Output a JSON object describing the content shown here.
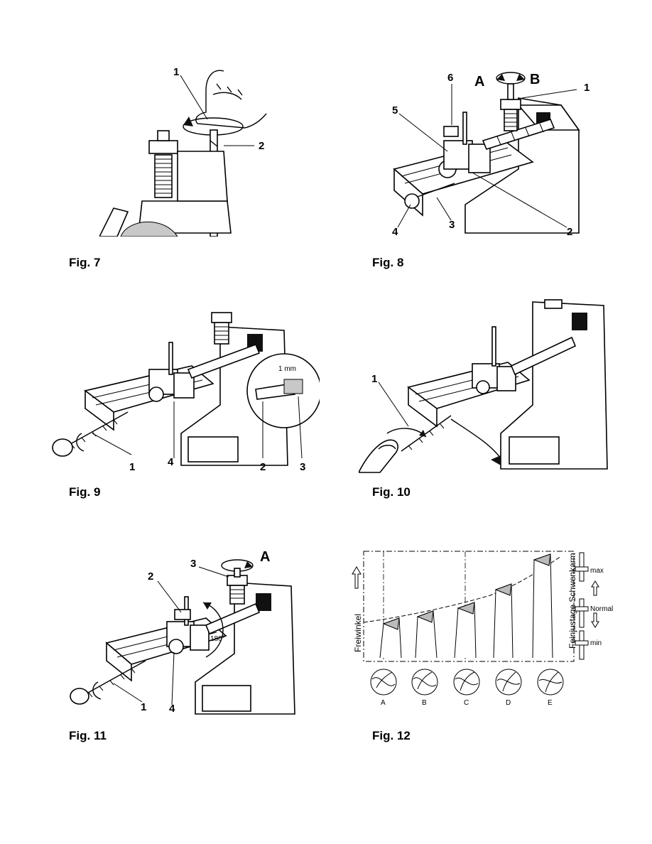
{
  "figures": {
    "fig7": {
      "caption": "Fig. 7",
      "callouts": [
        "1",
        "2"
      ]
    },
    "fig8": {
      "caption": "Fig. 8",
      "callouts": [
        "6",
        "5",
        "1",
        "4",
        "3",
        "2"
      ],
      "arrow_labels": [
        "A",
        "B"
      ]
    },
    "fig9": {
      "caption": "Fig. 9",
      "callouts": [
        "1",
        "4",
        "2",
        "3"
      ],
      "detail_text": "1 mm"
    },
    "fig10": {
      "caption": "Fig. 10",
      "callouts": [
        "1"
      ]
    },
    "fig11": {
      "caption": "Fig. 11",
      "callouts": [
        "2",
        "3",
        "1",
        "4"
      ],
      "arrow_label": "A",
      "angle_text": "180°"
    },
    "fig12": {
      "caption": "Fig. 12",
      "y_label": "Freiwinkel",
      "side_label": "Feinjustage Schwenkarm",
      "levels": [
        "max",
        "Normal",
        "min"
      ],
      "cross_sections": [
        "A",
        "B",
        "C",
        "D",
        "E"
      ]
    }
  }
}
